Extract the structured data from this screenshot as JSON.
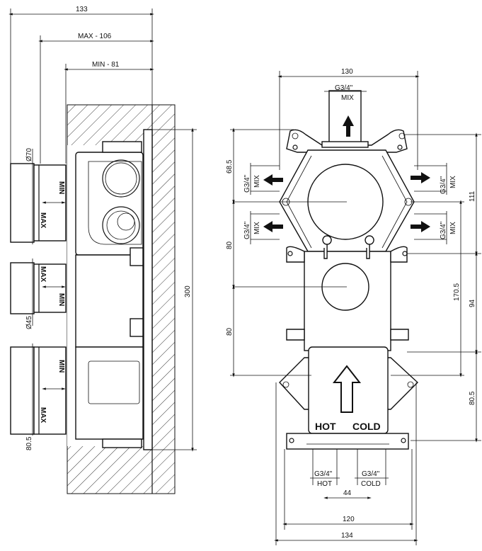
{
  "side_view": {
    "dim_total": "133",
    "dim_max": "MAX - 106",
    "dim_min": "MIN - 81",
    "dim_height": "300",
    "dia_top": "Ø70",
    "dia_mid": "Ø45",
    "dim_bottom": "80.5",
    "min_label": "MIN",
    "max_label": "MAX"
  },
  "front_view": {
    "dim_width_top": "130",
    "top_outlet_size": "G3/4\"",
    "top_outlet_label": "MIX",
    "outlet_size": "G3/4\"",
    "outlet_label": "MIX",
    "dim_left_1": "68.5",
    "dim_left_2": "80",
    "dim_left_3": "80",
    "dim_right_111": "111",
    "dim_right_170": "170.5",
    "dim_right_94": "94",
    "dim_right_80": "80.5",
    "hot_label": "HOT",
    "cold_label": "COLD",
    "hot_size": "G3/4\"",
    "cold_size": "G3/4\"",
    "hot_bottom": "HOT",
    "cold_bottom": "COLD",
    "dim_inlets": "44",
    "dim_width_120": "120",
    "dim_width_134": "134"
  }
}
